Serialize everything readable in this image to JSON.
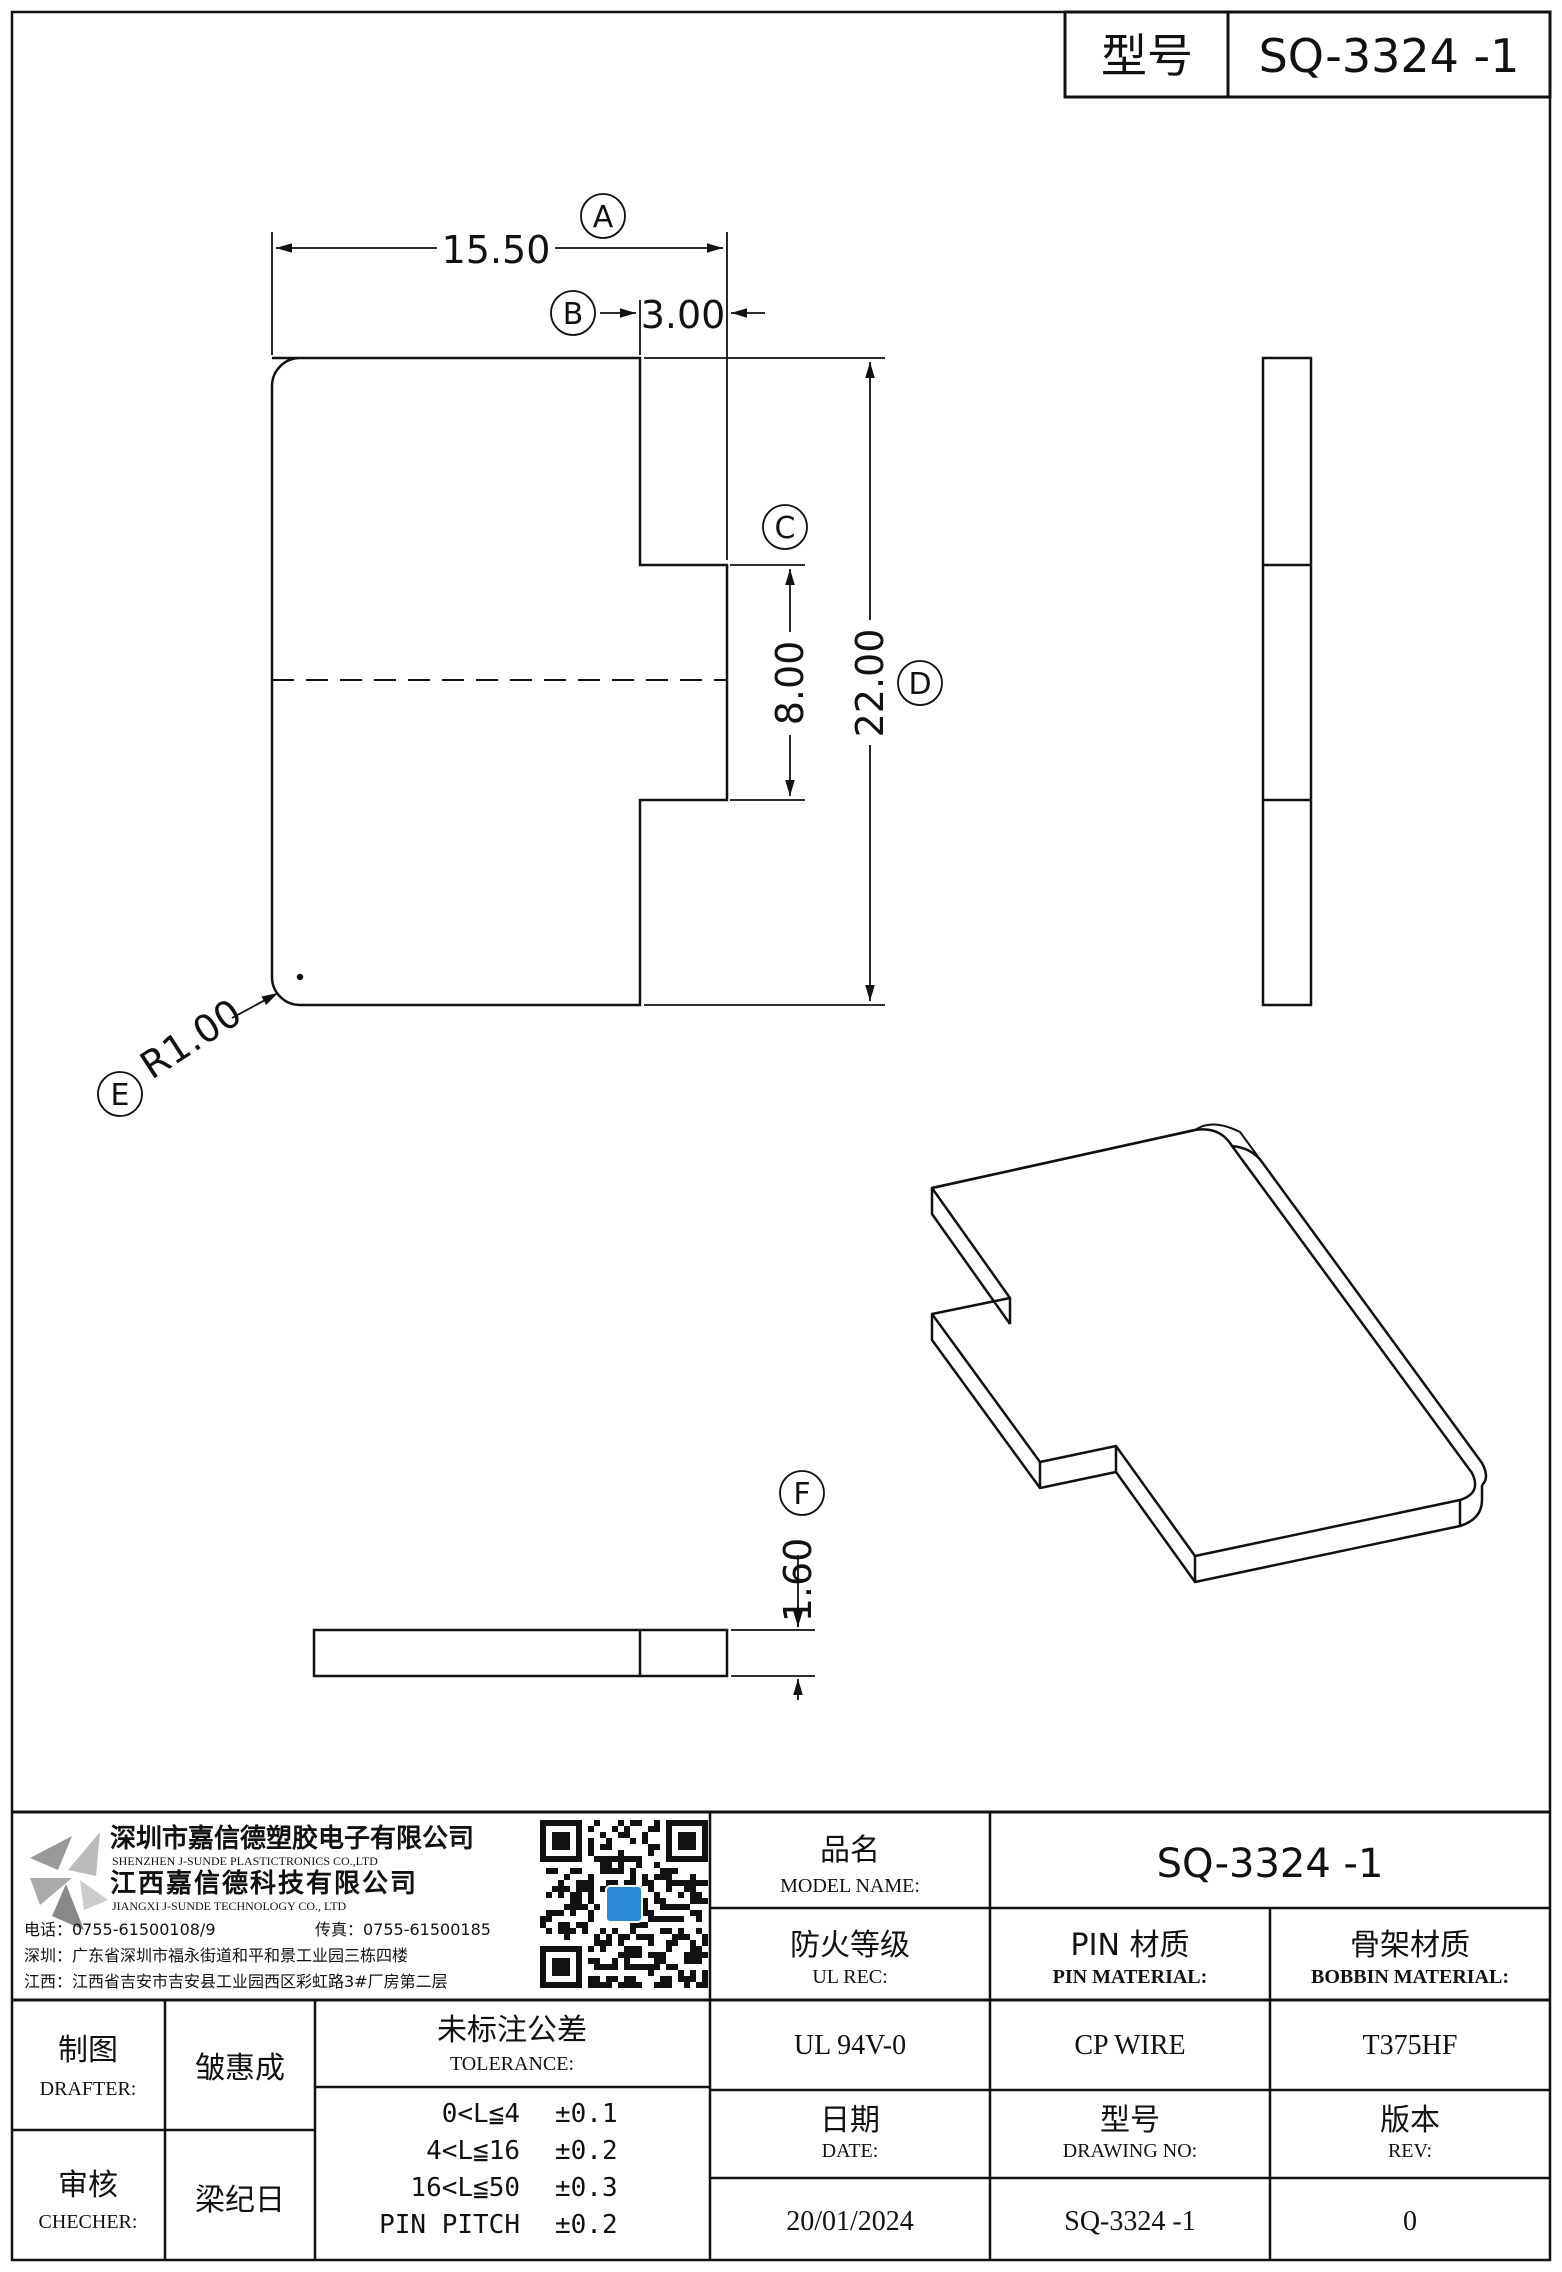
{
  "header": {
    "label_cn": "型号",
    "model": "SQ-3324 -1"
  },
  "dimensions": {
    "A": {
      "tag": "A",
      "value": "15.50"
    },
    "B": {
      "tag": "B",
      "value": "3.00"
    },
    "C": {
      "tag": "C",
      "value": "8.00"
    },
    "D": {
      "tag": "D",
      "value": "22.00"
    },
    "E": {
      "tag": "E",
      "value": "R1.00"
    },
    "F": {
      "tag": "F",
      "value": "1.60"
    }
  },
  "company": {
    "name_cn": "深圳市嘉信德塑胶电子有限公司",
    "name_en": "SHENZHEN J-SUNDE PLASTICTRONICS CO.,LTD",
    "name2_cn": "江西嘉信德科技有限公司",
    "name2_en": "JIANGXI J-SUNDE TECHNOLOGY CO., LTD",
    "phone": "电话：0755-61500108/9",
    "fax": "传真：0755-61500185",
    "addr_sz": "深圳：广东省深圳市福永街道和平和景工业园三栋四楼",
    "addr_jx": "江西：江西省吉安市吉安县工业园西区彩虹路3#厂房第二层"
  },
  "title_block": {
    "model_name_cn": "品名",
    "model_name_en": "MODEL NAME:",
    "model_name_value": "SQ-3324 -1",
    "ul_cn": "防火等级",
    "ul_en": "UL REC:",
    "ul_value": "UL 94V-0",
    "pin_cn": "PIN 材质",
    "pin_en": "PIN MATERIAL:",
    "pin_value": "CP WIRE",
    "bobbin_cn": "骨架材质",
    "bobbin_en": "BOBBIN MATERIAL:",
    "bobbin_value": "T375HF",
    "date_cn": "日期",
    "date_en": "DATE:",
    "date_value": "20/01/2024",
    "drawing_cn": "型号",
    "drawing_en": "DRAWING NO:",
    "drawing_value": "SQ-3324 -1",
    "rev_cn": "版本",
    "rev_en": "REV:",
    "rev_value": "0",
    "drafter_cn": "制图",
    "drafter_en": "DRAFTER:",
    "drafter_name": "皱惠成",
    "checker_cn": "审核",
    "checker_en": "CHECHER:",
    "checker_name": "梁纪日",
    "tol_cn": "未标注公差",
    "tol_en": "TOLERANCE:",
    "tolerances": [
      {
        "range": "0<L≦4",
        "value": "±0.1"
      },
      {
        "range": "4<L≦16",
        "value": "±0.2"
      },
      {
        "range": "16<L≦50",
        "value": "±0.3"
      },
      {
        "range": "PIN PITCH",
        "value": "±0.2"
      }
    ]
  }
}
